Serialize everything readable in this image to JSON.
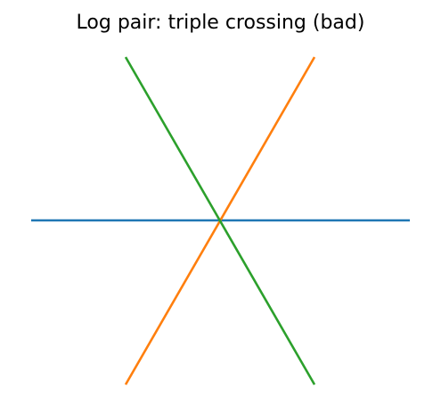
{
  "title": "Log pair: triple crossing (bad)",
  "lines": [
    {
      "name": "horizontal",
      "color": "#1f77b4"
    },
    {
      "name": "rising-diagonal",
      "color": "#ff7f0e"
    },
    {
      "name": "falling-diagonal",
      "color": "#2ca02c"
    }
  ]
}
